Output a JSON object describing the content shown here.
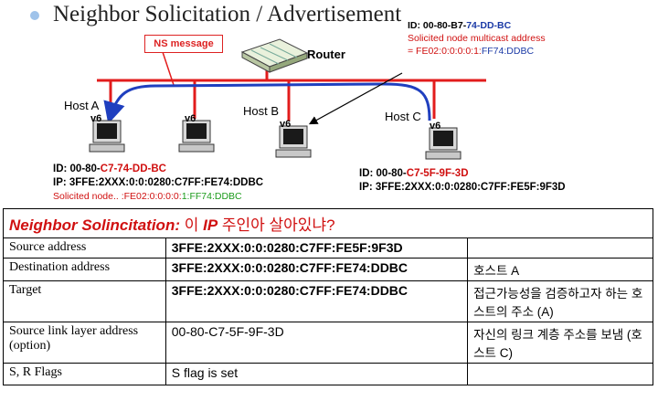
{
  "title": "Neighbor Solicitation / Advertisement",
  "ns_message_label": "NS message",
  "router_label": "Router",
  "router_info": {
    "id_prefix": "ID: 00-80-B7-",
    "id_suffix": "74-DD-BC",
    "solicited_label": "Solicited node multicast address",
    "sn_prefix": "= FE02:0:0:0:0:1:",
    "sn_suffix": "FF74:DDBC"
  },
  "hosts": {
    "a": {
      "label": "Host A",
      "v6": "v6"
    },
    "b": {
      "label": "Host B",
      "v6": "v6"
    },
    "c": {
      "label": "Host C",
      "v6": "v6"
    },
    "d": {
      "v6": "v6"
    }
  },
  "host_a_info": {
    "id_prefix": "ID: 00-80-",
    "id_suffix": "C7-74-DD-BC",
    "ip": "IP: 3FFE:2XXX:0:0:0280:C7FF:FE74:DDBC",
    "sn_prefix": "Solicited node.. :",
    "sn_mid": "FE02:0:0:0:0:",
    "sn_green": "1:FF74:DDBC"
  },
  "host_c_info": {
    "id_prefix": "ID: 00-80-",
    "id_suffix": "C7-5F-9F-3D",
    "ip": "IP: 3FFE:2XXX:0:0:0280:C7FF:FE5F:9F3D"
  },
  "table": {
    "header_italic": "Neighbor Solincitation: ",
    "header_rest_1": "이 ",
    "header_ip": "IP",
    "header_rest_2": " 주인아 살아있냐?",
    "rows": [
      {
        "field": "Source address",
        "value": "3FFE:2XXX:0:0:0280:C7FF:FE5F:9F3D",
        "note": ""
      },
      {
        "field": "Destination address",
        "value": "3FFE:2XXX:0:0:0280:C7FF:FE74:DDBC",
        "note": "호스트 A"
      },
      {
        "field": "Target",
        "value": "3FFE:2XXX:0:0:0280:C7FF:FE74:DDBC",
        "note": "접근가능성을 검증하고자 하는 호스트의 주소 (A)"
      },
      {
        "field": "Source link layer address (option)",
        "value": "00-80-C7-5F-9F-3D",
        "note": "자신의 링크 계층 주소를 보냄 (호스트 C)"
      },
      {
        "field": "S, R Flags",
        "value": "S flag is set",
        "note": ""
      }
    ]
  },
  "colors": {
    "network_red": "#e21c1c",
    "arrow_blue": "#1f3fbf",
    "highlight_red": "#d01010",
    "highlight_green": "#1a9a1a"
  }
}
